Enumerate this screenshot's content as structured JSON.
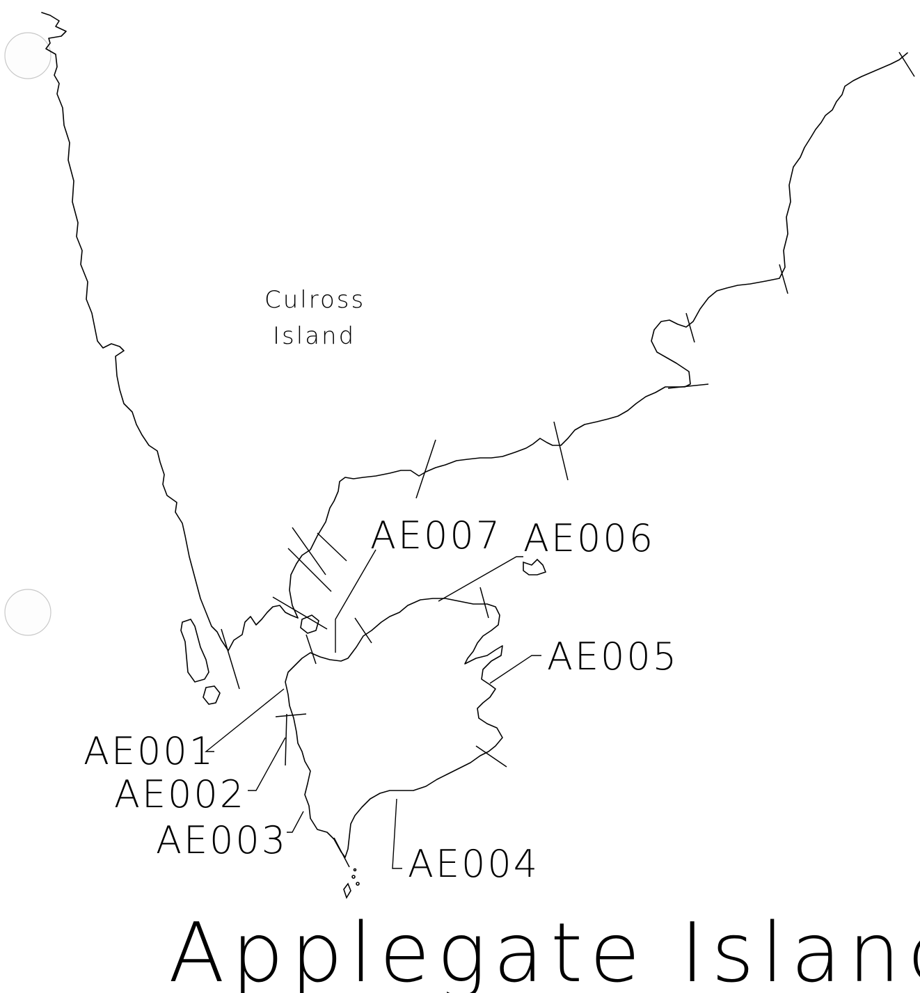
{
  "map": {
    "place_labels": {
      "culross_line1": "Culross",
      "culross_line2": "Island",
      "applegate": "Applegate Island"
    },
    "segments": [
      {
        "id": "AE001",
        "label": "AE001"
      },
      {
        "id": "AE002",
        "label": "AE002"
      },
      {
        "id": "AE003",
        "label": "AE003"
      },
      {
        "id": "AE004",
        "label": "AE004"
      },
      {
        "id": "AE005",
        "label": "AE005"
      },
      {
        "id": "AE006",
        "label": "AE006"
      },
      {
        "id": "AE007",
        "label": "AE007"
      }
    ]
  }
}
